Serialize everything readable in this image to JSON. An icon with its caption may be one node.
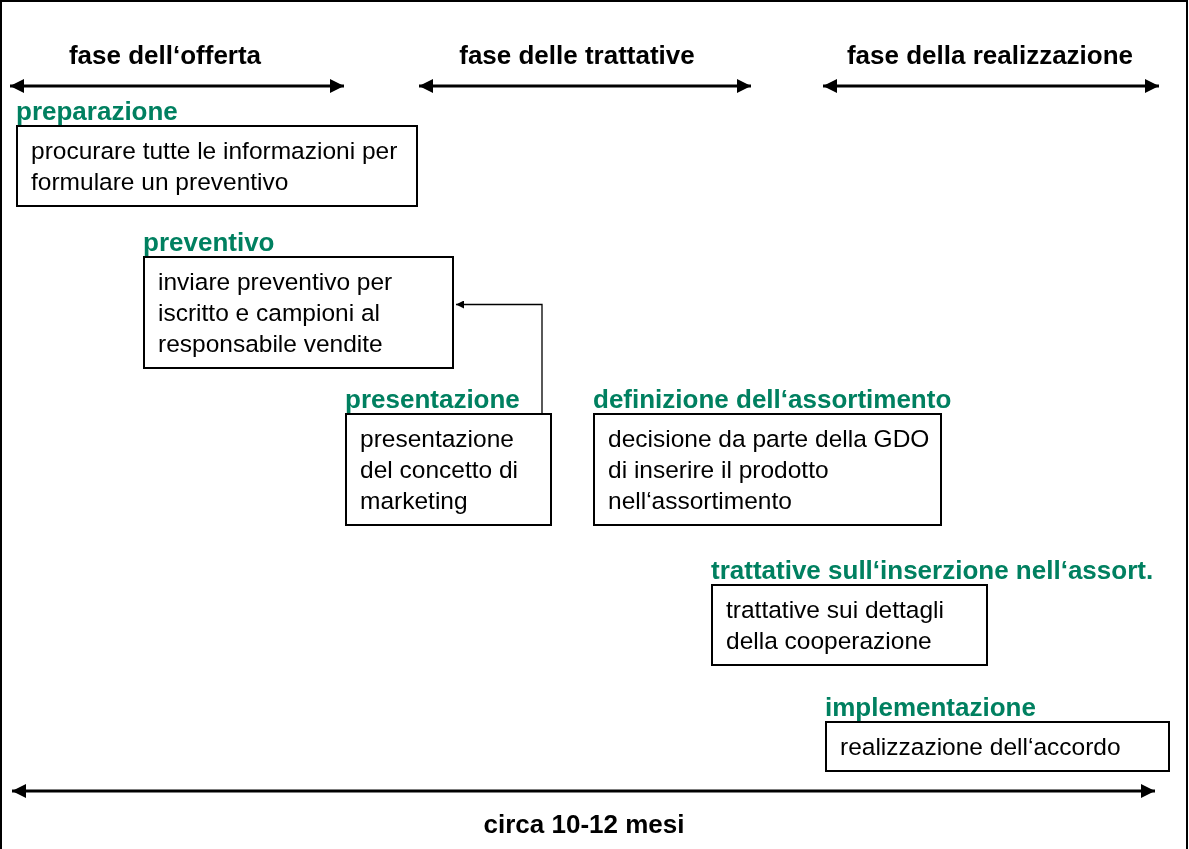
{
  "diagram": {
    "nodes": [
      {
        "text": [
          "preparazione",
          "procurare tutte le informazioni per formulare un preventivo"
        ]
      },
      {
        "text": [
          "preventivo",
          "inviare preventivo per iscritto e campioni al responsabile vendite"
        ]
      },
      {
        "text": [
          "presentazione",
          "presentazione del concetto di marketing"
        ]
      },
      {
        "text": [
          "definizione dell‘assortimento",
          "decisione da parte della GDO di inserire il prodotto nell‘assortimento"
        ]
      },
      {
        "text": [
          "trattative sull‘inserzione nell‘assort.",
          "trattative sui dettagli della cooperazione"
        ]
      },
      {
        "text": [
          "implementazione",
          "realizzazione dell‘accordo"
        ]
      }
    ],
    "edges": [
      {
        "from": 2,
        "to": 1,
        "arrow": "to"
      }
    ],
    "labels": [
      "fase dell‘offerta",
      "fase delle trattative",
      "fase della realizzazione",
      "circa 10-12 mesi"
    ]
  }
}
